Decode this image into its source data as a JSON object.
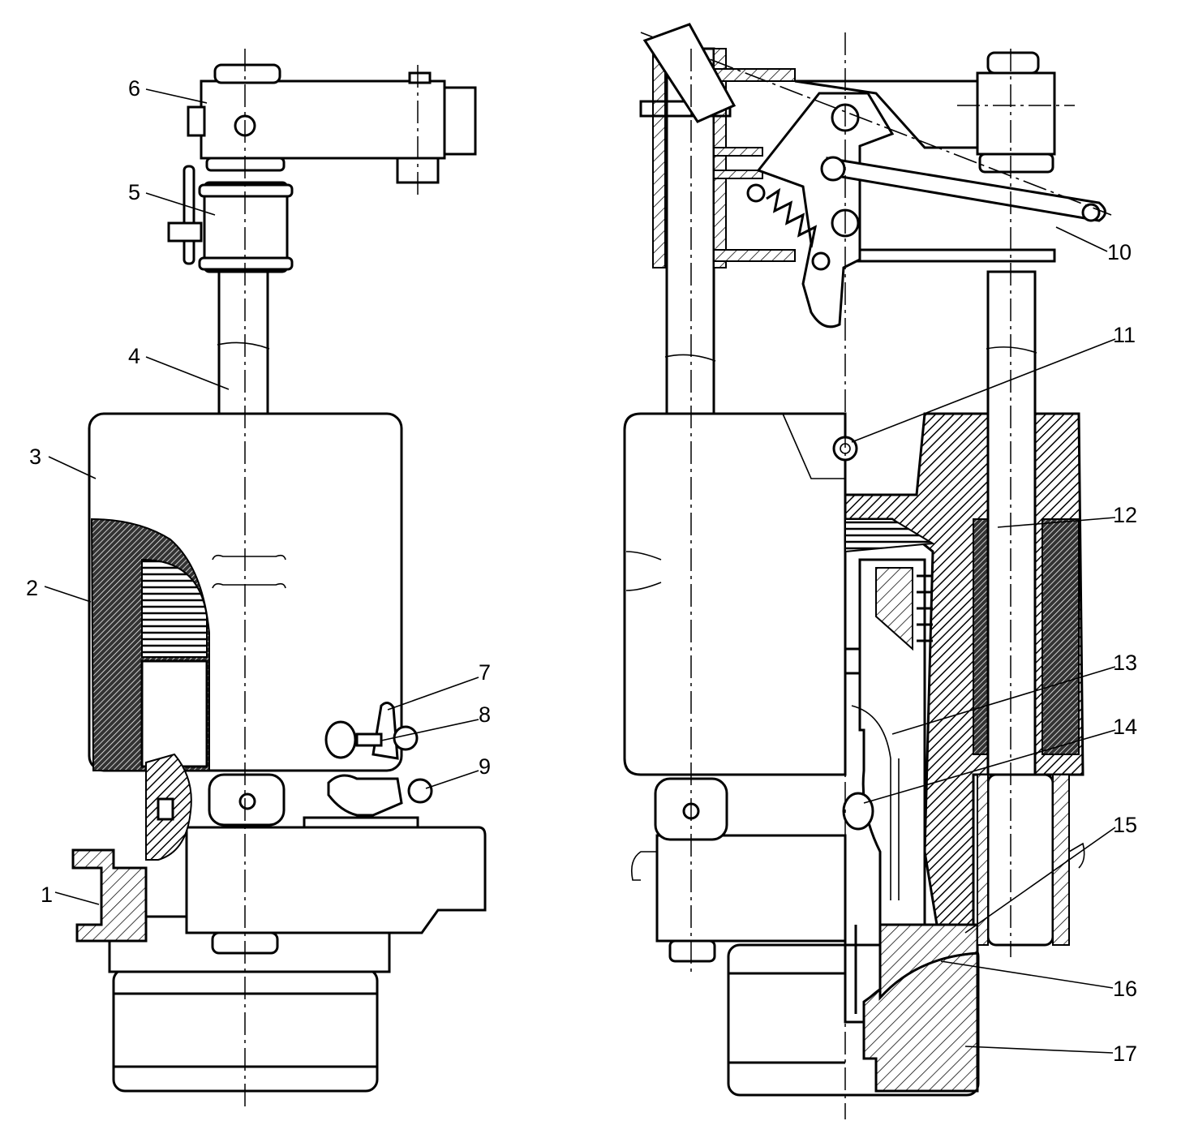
{
  "figure": {
    "callouts": [
      "1",
      "2",
      "3",
      "4",
      "5",
      "6",
      "7",
      "8",
      "9",
      "10",
      "11",
      "12",
      "13",
      "14",
      "15",
      "16",
      "17"
    ]
  }
}
